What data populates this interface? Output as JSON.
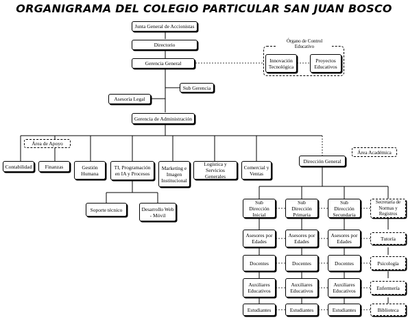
{
  "title": "ORGANIGRAMA DEL COLEGIO PARTICULAR SAN JUAN BOSCO",
  "nodes": {
    "junta": "Junta General de Accionistas",
    "directorio": "Directorio",
    "gerencia_general": "Gerencia General",
    "organo_control": "Órgano de Control Educativo",
    "innovacion": "Innovación Tecnológica",
    "proyectos": "Proyectos Educativos",
    "sub_gerencia": "Sub Gerencia",
    "asesoria_legal": "Asesoría Legal",
    "gerencia_admin": "Gerencia de Administración",
    "area_apoyo": "Área de Apoyo",
    "area_academica": "Área Académica",
    "contabilidad": "Contabilidad",
    "finanzas": "Finanzas",
    "gestion_humana": "Gestión Humana",
    "ti": "TI, Programación en IA y Procesos",
    "marketing": "Marketing e Imagen Institucional",
    "logistica": "Logística y Servicios Generales",
    "comercial": "Comercial y Ventas",
    "soporte": "Soporte técnico",
    "desarrollo": "Desarrollo Web - Móvil",
    "direccion_general": "Dirección General",
    "sub_inicial": "Sub Dirección Inicial",
    "sub_primaria": "Sub Dirección Primaria",
    "sub_secundaria": "Sub Dirección Secundaria",
    "secretaria": "Secretaría de Normas y Registros",
    "asesores_1": "Asesores por Edades",
    "asesores_2": "Asesores por Edades",
    "asesores_3": "Asesores por Edades",
    "tutoria": "Tutoría",
    "docentes_1": "Docentes",
    "docentes_2": "Docentes",
    "docentes_3": "Docentes",
    "psicologia": "Psicología",
    "auxiliares_1": "Auxiliares Educativos",
    "auxiliares_2": "Auxiliares Educativos",
    "auxiliares_3": "Auxiliares Educativos",
    "enfermeria": "Enfermería",
    "estudiantes_1": "Estudiantes",
    "estudiantes_2": "Estudiantes",
    "estudiantes_3": "Estudiantes",
    "biblioteca": "Biblioteca"
  }
}
